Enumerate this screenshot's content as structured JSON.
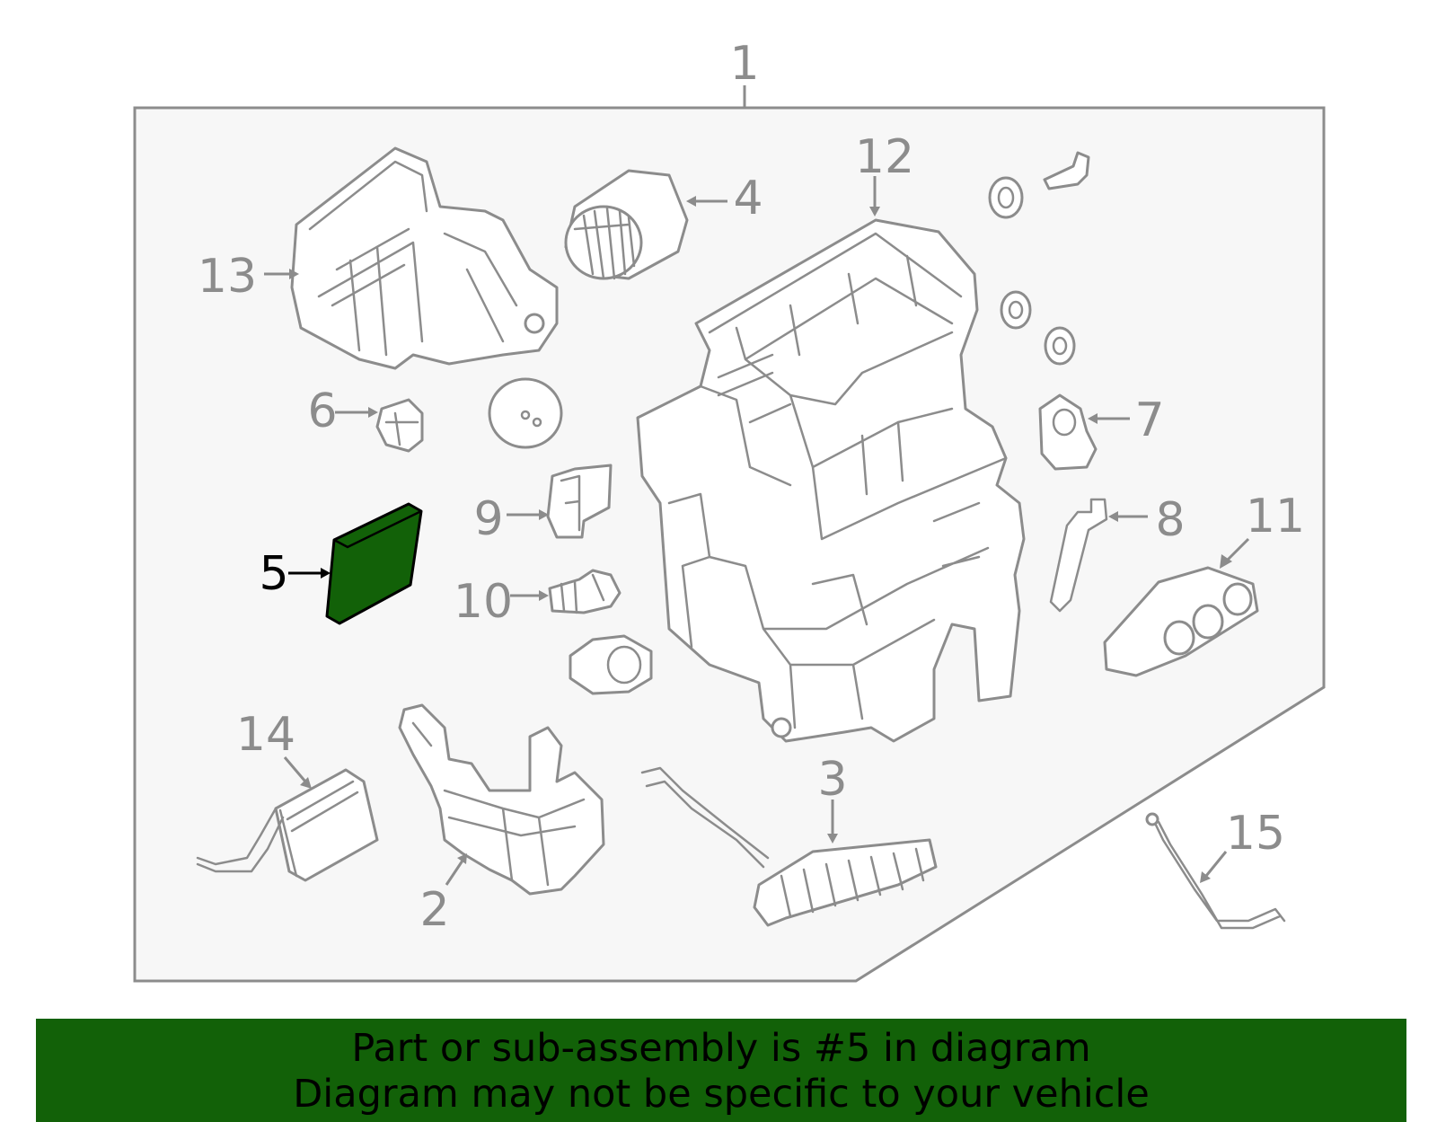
{
  "diagram": {
    "callouts": [
      {
        "id": "1",
        "text": "1"
      },
      {
        "id": "2",
        "text": "2"
      },
      {
        "id": "3",
        "text": "3"
      },
      {
        "id": "4",
        "text": "4"
      },
      {
        "id": "5",
        "text": "5"
      },
      {
        "id": "6",
        "text": "6"
      },
      {
        "id": "7",
        "text": "7"
      },
      {
        "id": "8",
        "text": "8"
      },
      {
        "id": "9",
        "text": "9"
      },
      {
        "id": "10",
        "text": "10"
      },
      {
        "id": "11",
        "text": "11"
      },
      {
        "id": "12",
        "text": "12"
      },
      {
        "id": "13",
        "text": "13"
      },
      {
        "id": "14",
        "text": "14"
      },
      {
        "id": "15",
        "text": "15"
      }
    ],
    "highlighted_part": "5",
    "highlight_color": "#126108",
    "line_color": "#8c8c8c",
    "panel_color": "#f7f7f7"
  },
  "banner": {
    "line1": "Part or sub-assembly is #5 in diagram",
    "line2": "Diagram may not be specific to your vehicle",
    "background": "#126108"
  }
}
